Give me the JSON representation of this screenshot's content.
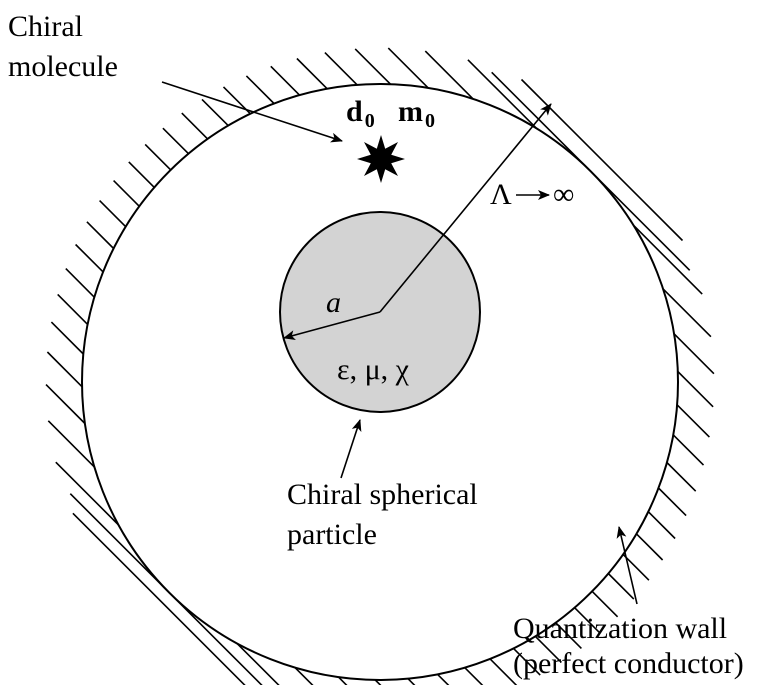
{
  "labels": {
    "molecule_line1": "Chiral",
    "molecule_line2": "molecule",
    "d0_base": "d",
    "d0_sub": "0",
    "m0_base": "m",
    "m0_sub": "0",
    "lambda": "Λ",
    "infinity": "∞",
    "radius_a": "a",
    "params": "ε, μ, χ",
    "particle_line1": "Chiral spherical",
    "particle_line2": "particle",
    "wall_line1": "Quantization wall",
    "wall_line2": "(perfect conductor)"
  },
  "colors": {
    "stroke": "#000000",
    "particle_fill": "#d3d3d3",
    "background": "#ffffff"
  }
}
